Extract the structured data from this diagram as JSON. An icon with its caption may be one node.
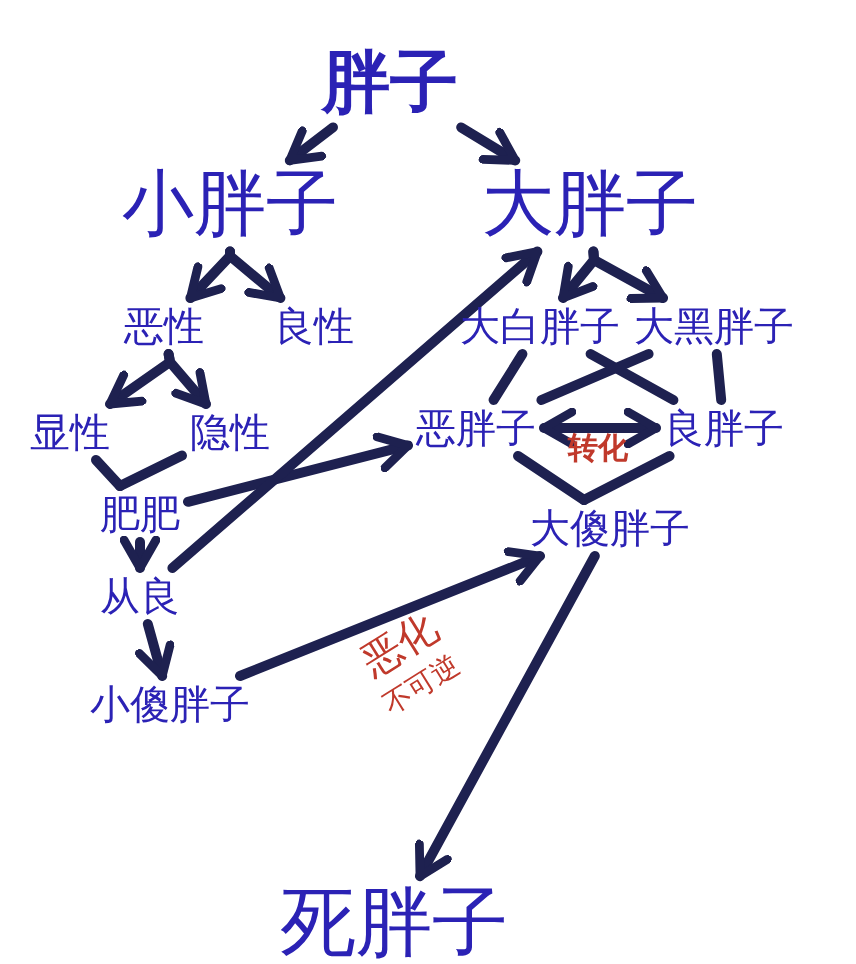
{
  "diagram": {
    "nodes": [
      {
        "text": [
          "胖子"
        ]
      },
      {
        "text": [
          "小胖子"
        ]
      },
      {
        "text": [
          "大胖子"
        ]
      },
      {
        "text": [
          "恶性"
        ]
      },
      {
        "text": [
          "良性"
        ]
      },
      {
        "text": [
          "大白胖子"
        ]
      },
      {
        "text": [
          "大黑胖子"
        ]
      },
      {
        "text": [
          "显性"
        ]
      },
      {
        "text": [
          "隐性"
        ]
      },
      {
        "text": [
          "恶胖子"
        ]
      },
      {
        "text": [
          "良胖子"
        ]
      },
      {
        "text": [
          "肥肥"
        ]
      },
      {
        "text": [
          "大傻胖子"
        ]
      },
      {
        "text": [
          "从良"
        ]
      },
      {
        "text": [
          "小傻胖子"
        ]
      },
      {
        "text": [
          "死胖子"
        ]
      }
    ],
    "edges": [
      {
        "from": 0,
        "to": 1,
        "arrow": "to"
      },
      {
        "from": 0,
        "to": 2,
        "arrow": "to"
      },
      {
        "from": 1,
        "to": 3,
        "arrow": "to"
      },
      {
        "from": 1,
        "to": 4,
        "arrow": "to"
      },
      {
        "from": 2,
        "to": 5,
        "arrow": "to"
      },
      {
        "from": 2,
        "to": 6,
        "arrow": "to"
      },
      {
        "from": 3,
        "to": 7,
        "arrow": "to"
      },
      {
        "from": 3,
        "to": 8,
        "arrow": "to"
      },
      {
        "from": 5,
        "to": 9,
        "arrow": "none"
      },
      {
        "from": 5,
        "to": 10,
        "arrow": "none"
      },
      {
        "from": 6,
        "to": 9,
        "arrow": "none"
      },
      {
        "from": 6,
        "to": 10,
        "arrow": "none"
      },
      {
        "from": 9,
        "to": 10,
        "arrow": "both",
        "label": "转化"
      },
      {
        "from": 7,
        "to": 11,
        "arrow": "none"
      },
      {
        "from": 8,
        "to": 11,
        "arrow": "none"
      },
      {
        "from": 11,
        "to": 9,
        "arrow": "to"
      },
      {
        "from": 11,
        "to": 13,
        "arrow": "to"
      },
      {
        "from": 13,
        "to": 2,
        "arrow": "to"
      },
      {
        "from": 13,
        "to": 14,
        "arrow": "to"
      },
      {
        "from": 14,
        "to": 12,
        "arrow": "to",
        "label": "恶化"
      },
      {
        "from": 9,
        "to": 12,
        "arrow": "none"
      },
      {
        "from": 10,
        "to": 12,
        "arrow": "none"
      },
      {
        "from": 12,
        "to": 15,
        "arrow": "to"
      }
    ],
    "labels": [
      "不可逆"
    ]
  }
}
